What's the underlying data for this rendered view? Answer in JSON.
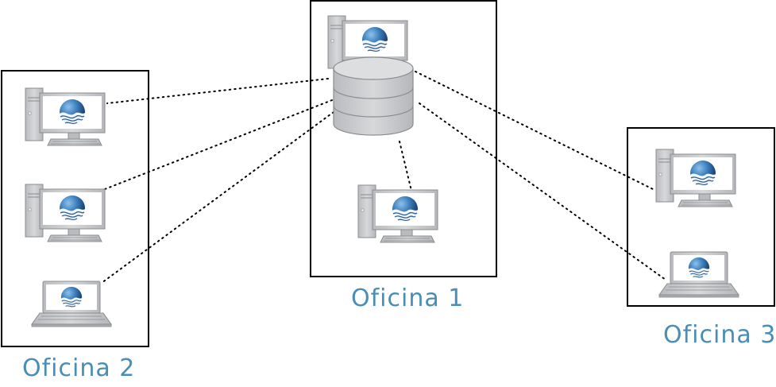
{
  "colors": {
    "label": "#4a8db5",
    "frame": "#000000",
    "device_body": "#c9cbcd",
    "device_stroke": "#8a8c8f",
    "screen_bg": "#ffffff",
    "logo_dark": "#123a66",
    "logo_light": "#5a9ad0",
    "link": "#000000"
  },
  "offices": [
    {
      "id": "oficina-1",
      "label": "Oficina 1"
    },
    {
      "id": "oficina-2",
      "label": "Oficina 2"
    },
    {
      "id": "oficina-3",
      "label": "Oficina 3"
    }
  ],
  "devices": {
    "oficina-1": [
      "desktop-computer",
      "database-server",
      "desktop-computer"
    ],
    "oficina-2": [
      "desktop-computer",
      "desktop-computer",
      "laptop"
    ],
    "oficina-3": [
      "desktop-computer",
      "laptop"
    ]
  },
  "connections": [
    {
      "from": "database-server",
      "to": "oficina-2 desktop-computer 1"
    },
    {
      "from": "database-server",
      "to": "oficina-2 desktop-computer 2"
    },
    {
      "from": "database-server",
      "to": "oficina-2 laptop"
    },
    {
      "from": "database-server",
      "to": "oficina-3 desktop-computer"
    },
    {
      "from": "database-server",
      "to": "oficina-3 laptop"
    },
    {
      "from": "database-server",
      "to": "oficina-1 desktop-computer 2"
    }
  ],
  "link_style": "dotted",
  "icons": [
    "desktop-computer-icon",
    "database-server-icon",
    "laptop-icon",
    "globe-logo-icon"
  ]
}
